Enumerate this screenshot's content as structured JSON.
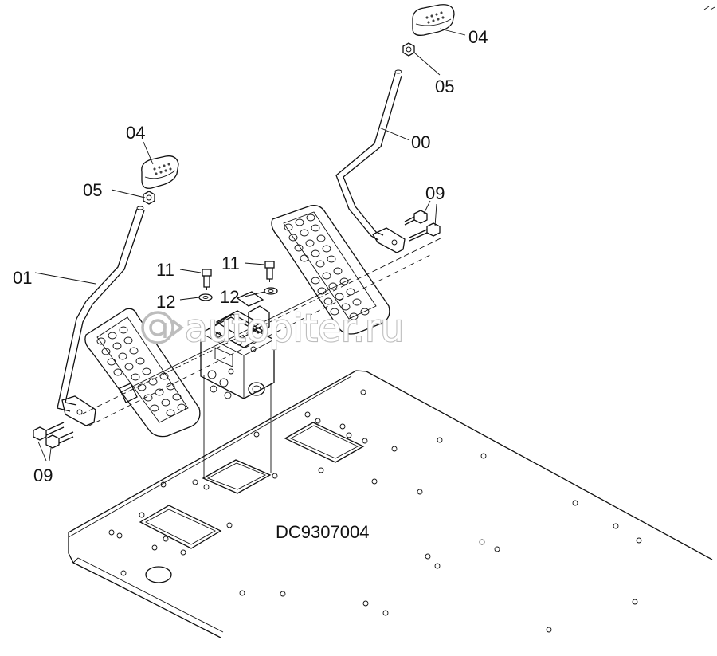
{
  "drawing": {
    "code": "DC9307004",
    "watermark": "autopiter.ru",
    "callouts": {
      "grip_right": "04",
      "nut_right": "05",
      "lever_right": "00",
      "bolts_right": "09",
      "grip_left": "04",
      "nut_left": "05",
      "lever_left": "01",
      "bolts_left": "09",
      "screw_a": "11",
      "screw_b": "11",
      "washer_a": "12",
      "washer_b": "12"
    }
  }
}
